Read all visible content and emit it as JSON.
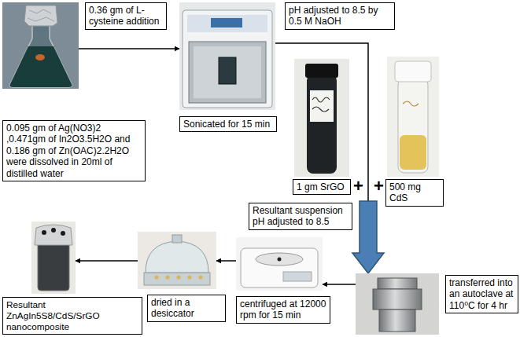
{
  "diagram": {
    "nodes": [
      {
        "text": [
          "0.095 gm of Ag(NO3)2 ,0.471gm of In2O3.5H2O and 0.186 gm of Zn(OAC)2.2H2O were dissolved in 20ml of distilled water"
        ]
      },
      {
        "text": [
          "Sonicated for 15 min"
        ]
      },
      {
        "text": [
          "1 gm SrGO"
        ]
      },
      {
        "text": [
          "500 mg CdS"
        ]
      },
      {
        "text": [
          "transferred into an autoclave at 110⁰C for 4 hr"
        ]
      },
      {
        "text": [
          "centrifuged at 12000 rpm for 15 min"
        ]
      },
      {
        "text": [
          "dried in a desiccator"
        ]
      },
      {
        "text": [
          "Resultant ZnAgIn5S8/CdS/SrGO nanocomposite"
        ]
      }
    ],
    "edges": [
      {
        "from": 0,
        "to": 1,
        "arrow": "to",
        "label": "0.36 gm of L-cysteine addition"
      },
      {
        "from": 1,
        "to": 4,
        "arrow": "to",
        "label": "pH adjusted to 8.5 by 0.5 M NaOH"
      },
      {
        "from": 4,
        "to": 5,
        "arrow": "to"
      },
      {
        "from": 5,
        "to": 6,
        "arrow": "to"
      },
      {
        "from": 6,
        "to": 7,
        "arrow": "to"
      }
    ],
    "labels": [
      "+",
      "+",
      "Resultant suspension pH adjusted to 8.5"
    ]
  }
}
